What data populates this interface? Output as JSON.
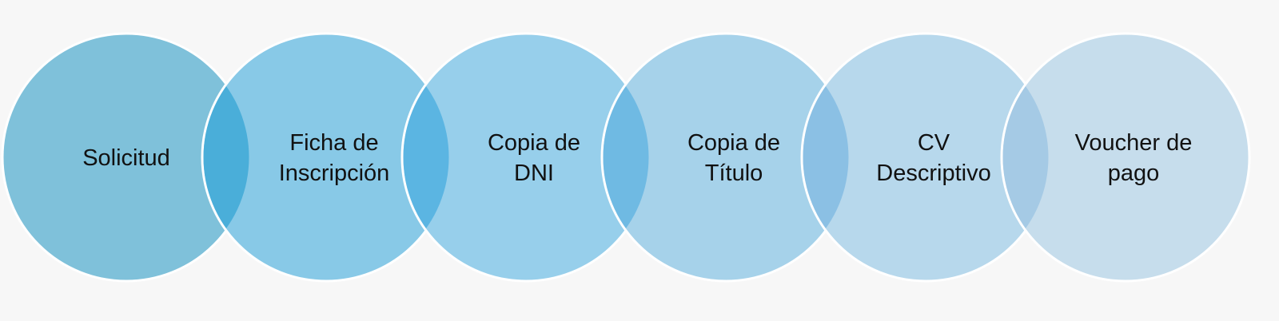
{
  "steps": [
    {
      "lines": [
        "Solicitud"
      ],
      "color": "#7fc1da"
    },
    {
      "lines": [
        "Ficha de",
        "Inscripción"
      ],
      "color": "#88c9e7"
    },
    {
      "lines": [
        "Copia de",
        "DNI"
      ],
      "color": "#97cfeb"
    },
    {
      "lines": [
        "Copia de",
        "Título"
      ],
      "color": "#a6d2ea"
    },
    {
      "lines": [
        "CV",
        "Descriptivo"
      ],
      "color": "#b7d8ec"
    },
    {
      "lines": [
        "Voucher de",
        "pago"
      ],
      "color": "#c6ddec"
    }
  ],
  "overlap_colors": [
    "#4aaed9",
    "#5bb5e2",
    "#6fbae3",
    "#8bc0e4",
    "#a5cae5"
  ]
}
